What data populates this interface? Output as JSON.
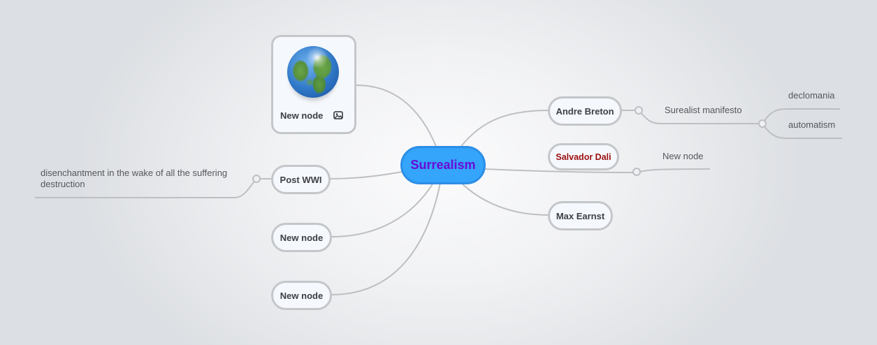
{
  "mindmap": {
    "root": {
      "label": "Surrealism",
      "fill_color": "#35a4fb",
      "text_color": "#6a0ad8"
    },
    "left_branches": [
      {
        "label": "New node",
        "has_image": true,
        "image_icon": "globe-image",
        "attachment_icon": "picture-icon"
      },
      {
        "label": "Post WWI",
        "children": [
          {
            "label": "disenchantment in the wake of all the suffering destruction"
          }
        ]
      },
      {
        "label": "New node"
      },
      {
        "label": "New node"
      }
    ],
    "right_branches": [
      {
        "label": "Andre Breton",
        "children": [
          {
            "label": "Surealist manifesto",
            "children": [
              {
                "label": "declomania"
              },
              {
                "label": "automatism"
              }
            ]
          }
        ]
      },
      {
        "label": "Salvador Dali",
        "text_color": "#9b0e0e"
      },
      {
        "label": "New node",
        "note": "child attached directly to root, drawn right of Salvador Dali"
      },
      {
        "label": "Max Earnst"
      }
    ]
  },
  "colors": {
    "edge": "#bdbfc2",
    "node_border": "#c4c6c9",
    "node_fill": "#f5f8fd",
    "node_text": "#3d3f44",
    "label_text": "#55575b",
    "background": "#dcdfe3"
  }
}
